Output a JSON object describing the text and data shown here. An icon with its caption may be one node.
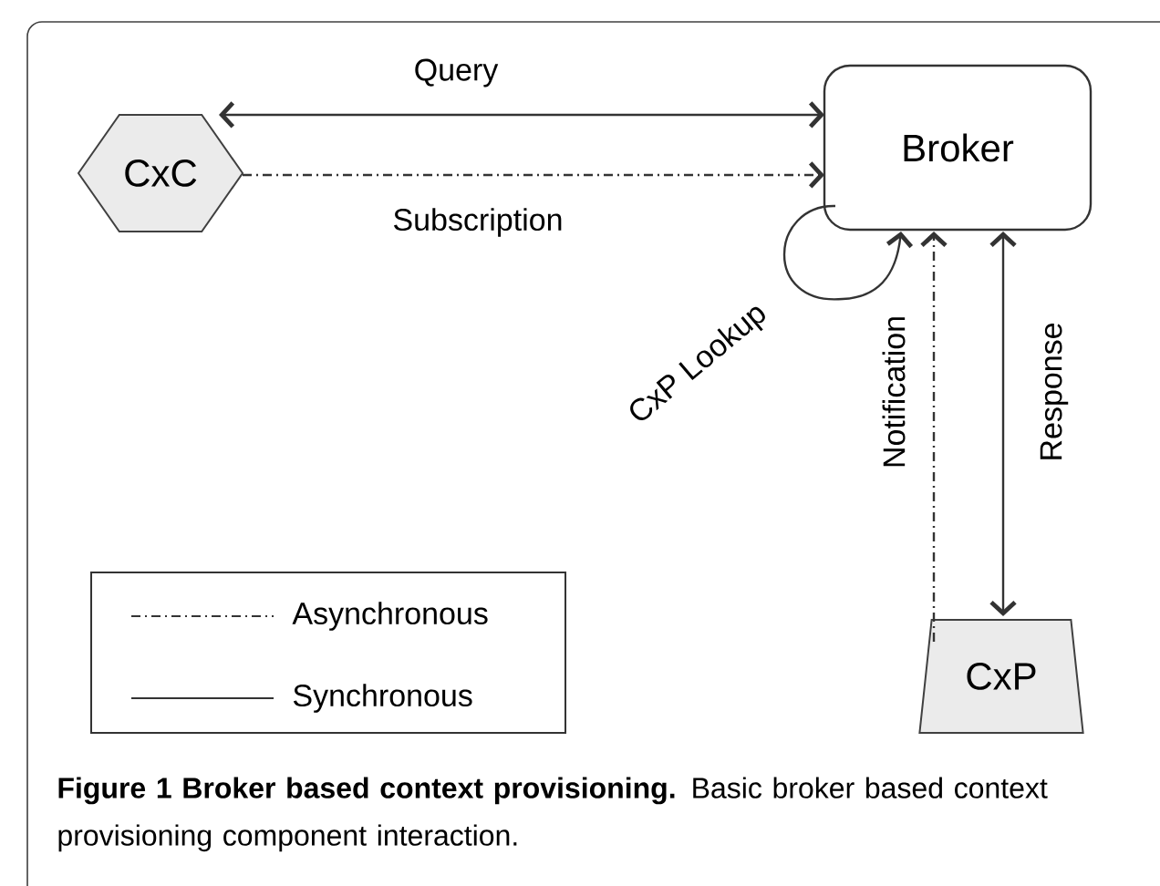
{
  "diagram": {
    "caption": "**Figure 1 Broker based context provisioning.** Basic broker based context provisioning component interaction.",
    "nodes": [
      {
        "text": [
          "CxC"
        ]
      },
      {
        "text": [
          "Broker"
        ]
      },
      {
        "text": [
          "CxP"
        ]
      }
    ],
    "edges": [
      {
        "from": 0,
        "to": 1,
        "arrow": "both",
        "label": "Query"
      },
      {
        "from": 0,
        "to": 1,
        "arrow": "to",
        "label": "Subscription",
        "style": "dashed"
      },
      {
        "from": 1,
        "to": 1,
        "arrow": "to",
        "label": "CxP Lookup"
      },
      {
        "from": 2,
        "to": 1,
        "arrow": "to",
        "label": "Notification",
        "style": "dashed"
      },
      {
        "from": 1,
        "to": 2,
        "arrow": "both",
        "label": "Response"
      }
    ],
    "legend": [
      {
        "text": "Asynchronous"
      },
      {
        "text": "Synchronous"
      }
    ]
  }
}
